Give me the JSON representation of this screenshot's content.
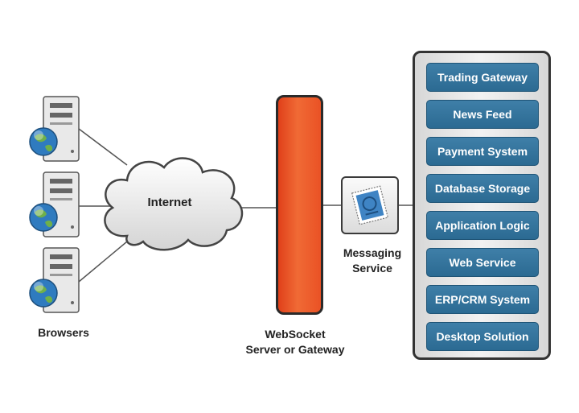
{
  "labels": {
    "cloud": "Internet",
    "browsers": "Browsers",
    "websocket_line1": "WebSocket",
    "websocket_line2": "Server or Gateway",
    "messaging_line1": "Messaging",
    "messaging_line2": "Service"
  },
  "services": [
    "Trading Gateway",
    "News Feed",
    "Payment System",
    "Database Storage",
    "Application Logic",
    "Web Service",
    "ERP/CRM System",
    "Desktop Solution"
  ],
  "colors": {
    "service_fill": "#2f6f98",
    "gateway_fill": "#ec5a2a",
    "outline": "#2a2a2a"
  }
}
